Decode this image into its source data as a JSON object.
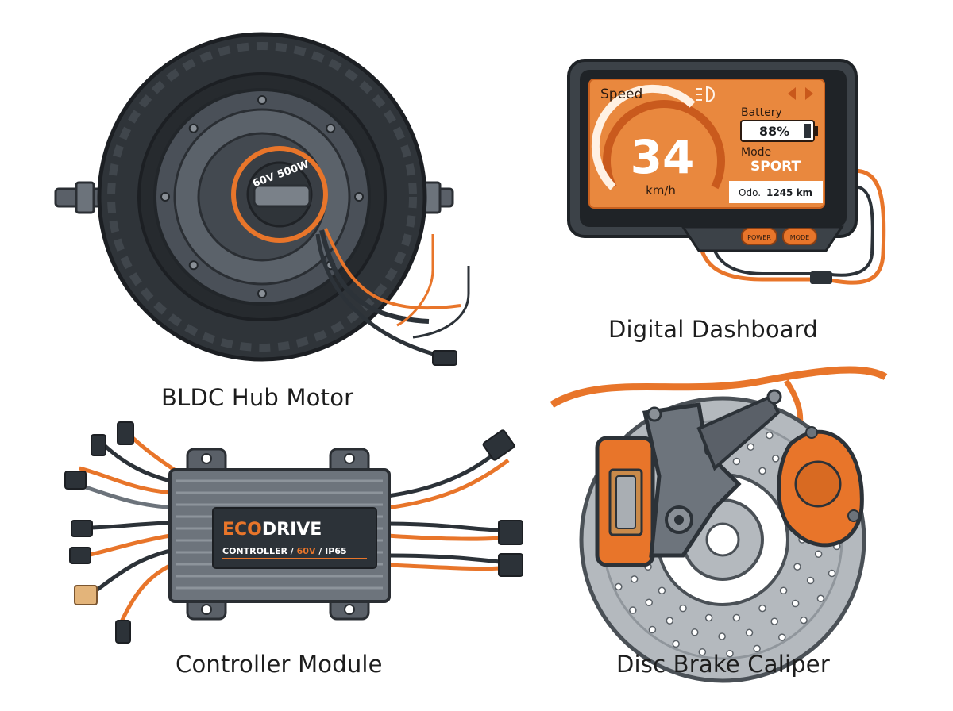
{
  "colors": {
    "accent": "#e8752a",
    "dark": "#2c3238",
    "metal": "#5a6068",
    "light_metal": "#a9aeb3"
  },
  "captions": {
    "hub_motor": "BLDC Hub Motor",
    "dashboard": "Digital Dashboard",
    "controller": "Controller Module",
    "brake": "Disc Brake Caliper"
  },
  "hub_motor": {
    "hub_label": "60V 500W"
  },
  "dashboard": {
    "speed_label": "Speed",
    "speed_value": "34",
    "speed_unit": "km/h",
    "battery_label": "Battery",
    "battery_value": "88%",
    "battery_level": 0.88,
    "mode_label": "Mode",
    "mode_value": "SPORT",
    "odo_label": "Odo.",
    "odo_value": "1245 km",
    "power_button": "POWER",
    "mode_button": "MODE"
  },
  "controller": {
    "brand_part1": "ECO",
    "brand_part2": "DRIVE",
    "spec_part1": "CONTROLLER /",
    "spec_part2": "60V",
    "spec_part3": "/ IP65"
  }
}
